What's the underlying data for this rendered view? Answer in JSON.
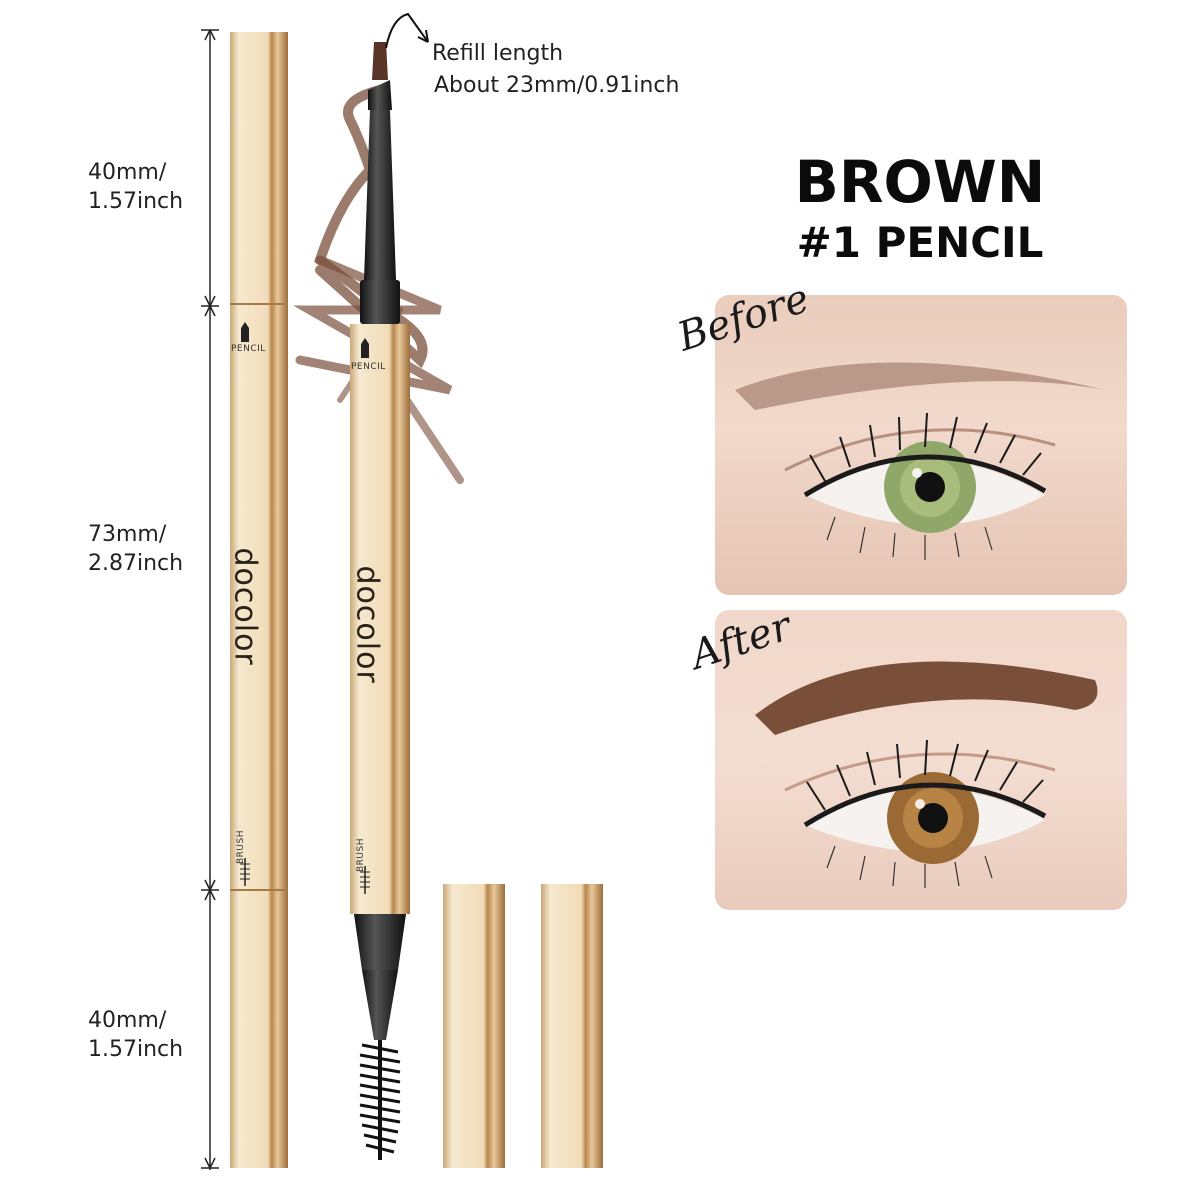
{
  "dimensions": {
    "top_length": "40mm/\n1.57inch",
    "middle_length": "73mm/\n2.87inch",
    "bottom_length": "40mm/\n1.57inch"
  },
  "refill": {
    "line1": "Refill length",
    "line2": "About 23mm/0.91inch"
  },
  "product": {
    "brand": "docolor",
    "pencil_label": "PENCIL",
    "brush_label": "BRUSH"
  },
  "color_heading": {
    "name": "BROWN",
    "variant": "#1 PENCIL"
  },
  "comparison": {
    "before_label": "Before",
    "after_label": "After"
  },
  "colors": {
    "gold_light": "#f3e3c4",
    "gold_mid": "#d9b98a",
    "gold_dark": "#a67a44",
    "brow_brown": "#7a4f3a",
    "black_tip": "#1c1c1c"
  }
}
